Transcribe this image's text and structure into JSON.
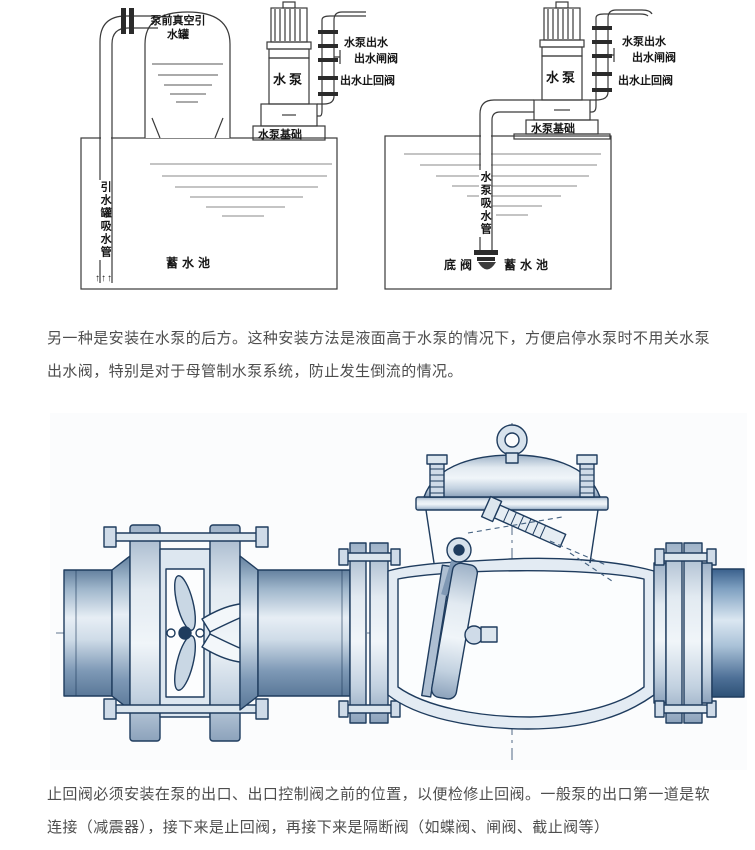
{
  "diagrams": {
    "left": {
      "tank": "泵前真空引水罐",
      "pump": "水泵",
      "pump_base": "水泵基础",
      "pump_outlet": "水泵出水",
      "outlet_gate_valve": "出水闸阀",
      "outlet_check_valve": "出水止回阀",
      "suction_pipe": "引水罐吸水管",
      "flow_marks": "↑↑↑",
      "pool": "蓄水池"
    },
    "right": {
      "pump": "水泵",
      "pump_base": "水泵基础",
      "pump_outlet": "水泵出水",
      "outlet_gate_valve": "出水闸阀",
      "outlet_check_valve": "出水止回阀",
      "suction_pipe": "水泵吸水管",
      "foot_valve": "底阀",
      "pool": "蓄水池"
    }
  },
  "paragraphs": {
    "p1": "另一种是安装在水泵的后方。这种安装方法是液面高于水泵的情况下，方便启停水泵时不用关水泵出水阀，特别是对于母管制水泵系统，防止发生倒流的情况。",
    "p2": "止回阀必须安装在泵的出口、出口控制阀之前的位置，以便检修止回阀。一般泵的出口第一道是软连接（减震器），接下来是止回阀，再接下来是隔断阀（如蝶阀、闸阀、截止阀等）"
  },
  "colors": {
    "diagram_line": "#3a3a3a",
    "water_line": "#8a8a8a",
    "valve_outline": "#1f3c5e",
    "steel_light": "#e7eef5",
    "steel_mid": "#9fb6cb",
    "steel_dark": "#3a608c",
    "body_text": "#4e4e4e"
  }
}
